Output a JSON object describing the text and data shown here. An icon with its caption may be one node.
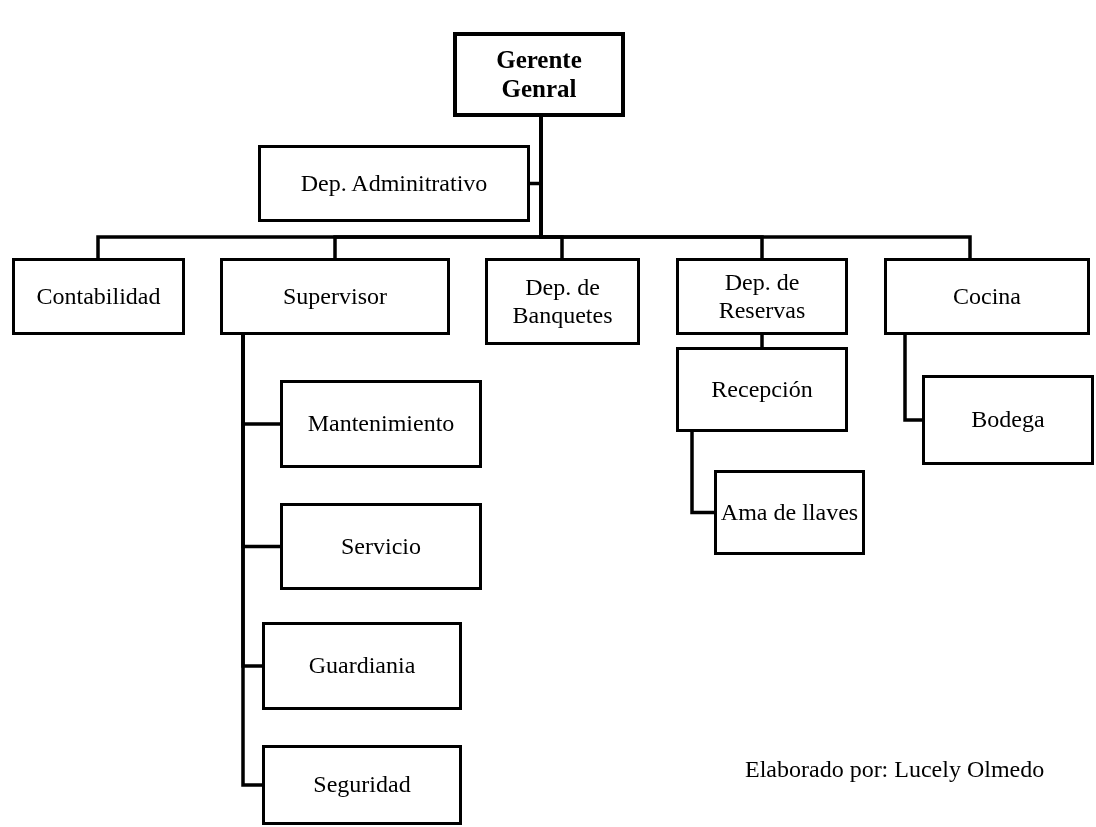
{
  "diagram": {
    "nodes": [
      {
        "text": [
          "Gerente Genral"
        ]
      },
      {
        "text": [
          "Dep. Adminitrativo"
        ]
      },
      {
        "text": [
          "Contabilidad"
        ]
      },
      {
        "text": [
          "Supervisor"
        ]
      },
      {
        "text": [
          "Dep. de Banquetes"
        ]
      },
      {
        "text": [
          "Dep. de Reservas"
        ]
      },
      {
        "text": [
          "Cocina"
        ]
      },
      {
        "text": [
          "Mantenimiento"
        ]
      },
      {
        "text": [
          "Servicio"
        ]
      },
      {
        "text": [
          "Guardiania"
        ]
      },
      {
        "text": [
          "Seguridad"
        ]
      },
      {
        "text": [
          "Recepción"
        ]
      },
      {
        "text": [
          "Ama de llaves"
        ]
      },
      {
        "text": [
          "Bodega"
        ]
      }
    ],
    "edges": [
      {
        "from": 0,
        "to": 1,
        "arrow": "none"
      },
      {
        "from": 0,
        "to": 2,
        "arrow": "none"
      },
      {
        "from": 0,
        "to": 3,
        "arrow": "none"
      },
      {
        "from": 0,
        "to": 4,
        "arrow": "none"
      },
      {
        "from": 0,
        "to": 5,
        "arrow": "none"
      },
      {
        "from": 0,
        "to": 6,
        "arrow": "none"
      },
      {
        "from": 3,
        "to": 7,
        "arrow": "none"
      },
      {
        "from": 3,
        "to": 8,
        "arrow": "none"
      },
      {
        "from": 3,
        "to": 9,
        "arrow": "none"
      },
      {
        "from": 3,
        "to": 10,
        "arrow": "none"
      },
      {
        "from": 5,
        "to": 11,
        "arrow": "none"
      },
      {
        "from": 11,
        "to": 12,
        "arrow": "none"
      },
      {
        "from": 6,
        "to": 13,
        "arrow": "none"
      }
    ],
    "labels": [
      "Elaborado por: Lucely Olmedo"
    ]
  }
}
